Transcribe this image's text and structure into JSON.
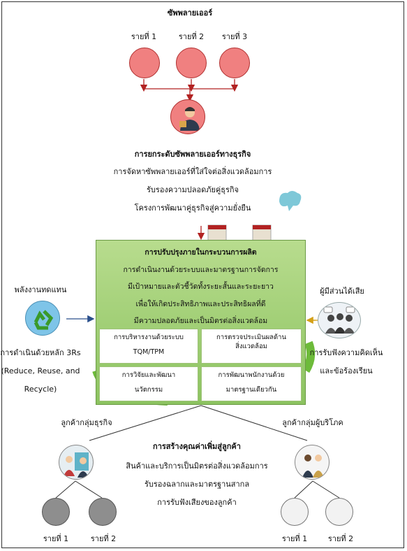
{
  "supplier": {
    "title": "ซัพพลายเออร์",
    "items": [
      "รายที่ 1",
      "รายที่ 2",
      "รายที่ 3"
    ]
  },
  "upgrade": {
    "title": "การยกระดับซัพพลายเออร์ทางธุรกิจ",
    "lines": [
      "การจัดหาซัพพลายเออร์ที่ใส่ใจต่อสิ่งแวดล้อมการ",
      "รับรองความปลอดภัยคู่ธุรกิจ",
      "โครงการพัฒนาคู่ธุรกิจสู่ความยั่งยืน"
    ]
  },
  "process": {
    "title": "การปรับปรุงภายในกระบวนการผลิต",
    "lines": [
      "การดำเนินงานด้วยระบบและมาตรฐานการจัดการ",
      "มีเป้าหมายและตัวชี้วัดทั้งระยะสั้นและระยะยาว",
      "เพื่อให้เกิดประสิทธิภาพและประสิทธิผลที่ดี",
      "มีความปลอดภัยและเป็นมิตรต่อสิ่งแวดล้อม"
    ],
    "boxes": [
      [
        "การบริหารงานด้วยระบบ",
        "TQM/TPM"
      ],
      [
        "การตรวจประเมินผลด้าน",
        "สิ่งแวดล้อม"
      ],
      [
        "การวิจัยและพัฒนา",
        "นวัตกรรม"
      ],
      [
        "การพัฒนาพนักงานด้วย",
        "มาตรฐานเดียวกัน"
      ]
    ]
  },
  "energy": {
    "title": "พลังงานทดแทน",
    "lines": [
      "การดำเนินด้วยหลัก 3Rs",
      "(Reduce, Reuse, and",
      "Recycle)"
    ]
  },
  "stakeholder": {
    "title": "ผู้มีส่วนได้เสีย",
    "lines": [
      "การรับฟังความคิดเห็น",
      "และข้อร้องเรียน"
    ]
  },
  "customers": {
    "business": {
      "title": "ลูกค้ากลุ่มธุรกิจ",
      "items": [
        "รายที่ 1",
        "รายที่ 2"
      ]
    },
    "consumer": {
      "title": "ลูกค้ากลุ่มผู้บริโภค",
      "items": [
        "รายที่ 1",
        "รายที่ 2"
      ]
    }
  },
  "value": {
    "title": "การสร้างคุณค่าเพิ่มสู่ลูกค้า",
    "lines": [
      "สินค้าและบริการเป็นมิตรต่อสิ่งแวดล้อมการ",
      "รับรองฉลากและมาตรฐานสากล",
      "การรับฟังเสียงของลูกค้า"
    ]
  },
  "colors": {
    "supplier_node": "#f08080",
    "arrow_red": "#b22222",
    "process_green": "#8cc360",
    "business_node": "#8e8e8e",
    "consumer_node": "#f2f2f2",
    "arrow_blue": "#2a4f8c",
    "arrow_gold": "#d4a017"
  }
}
